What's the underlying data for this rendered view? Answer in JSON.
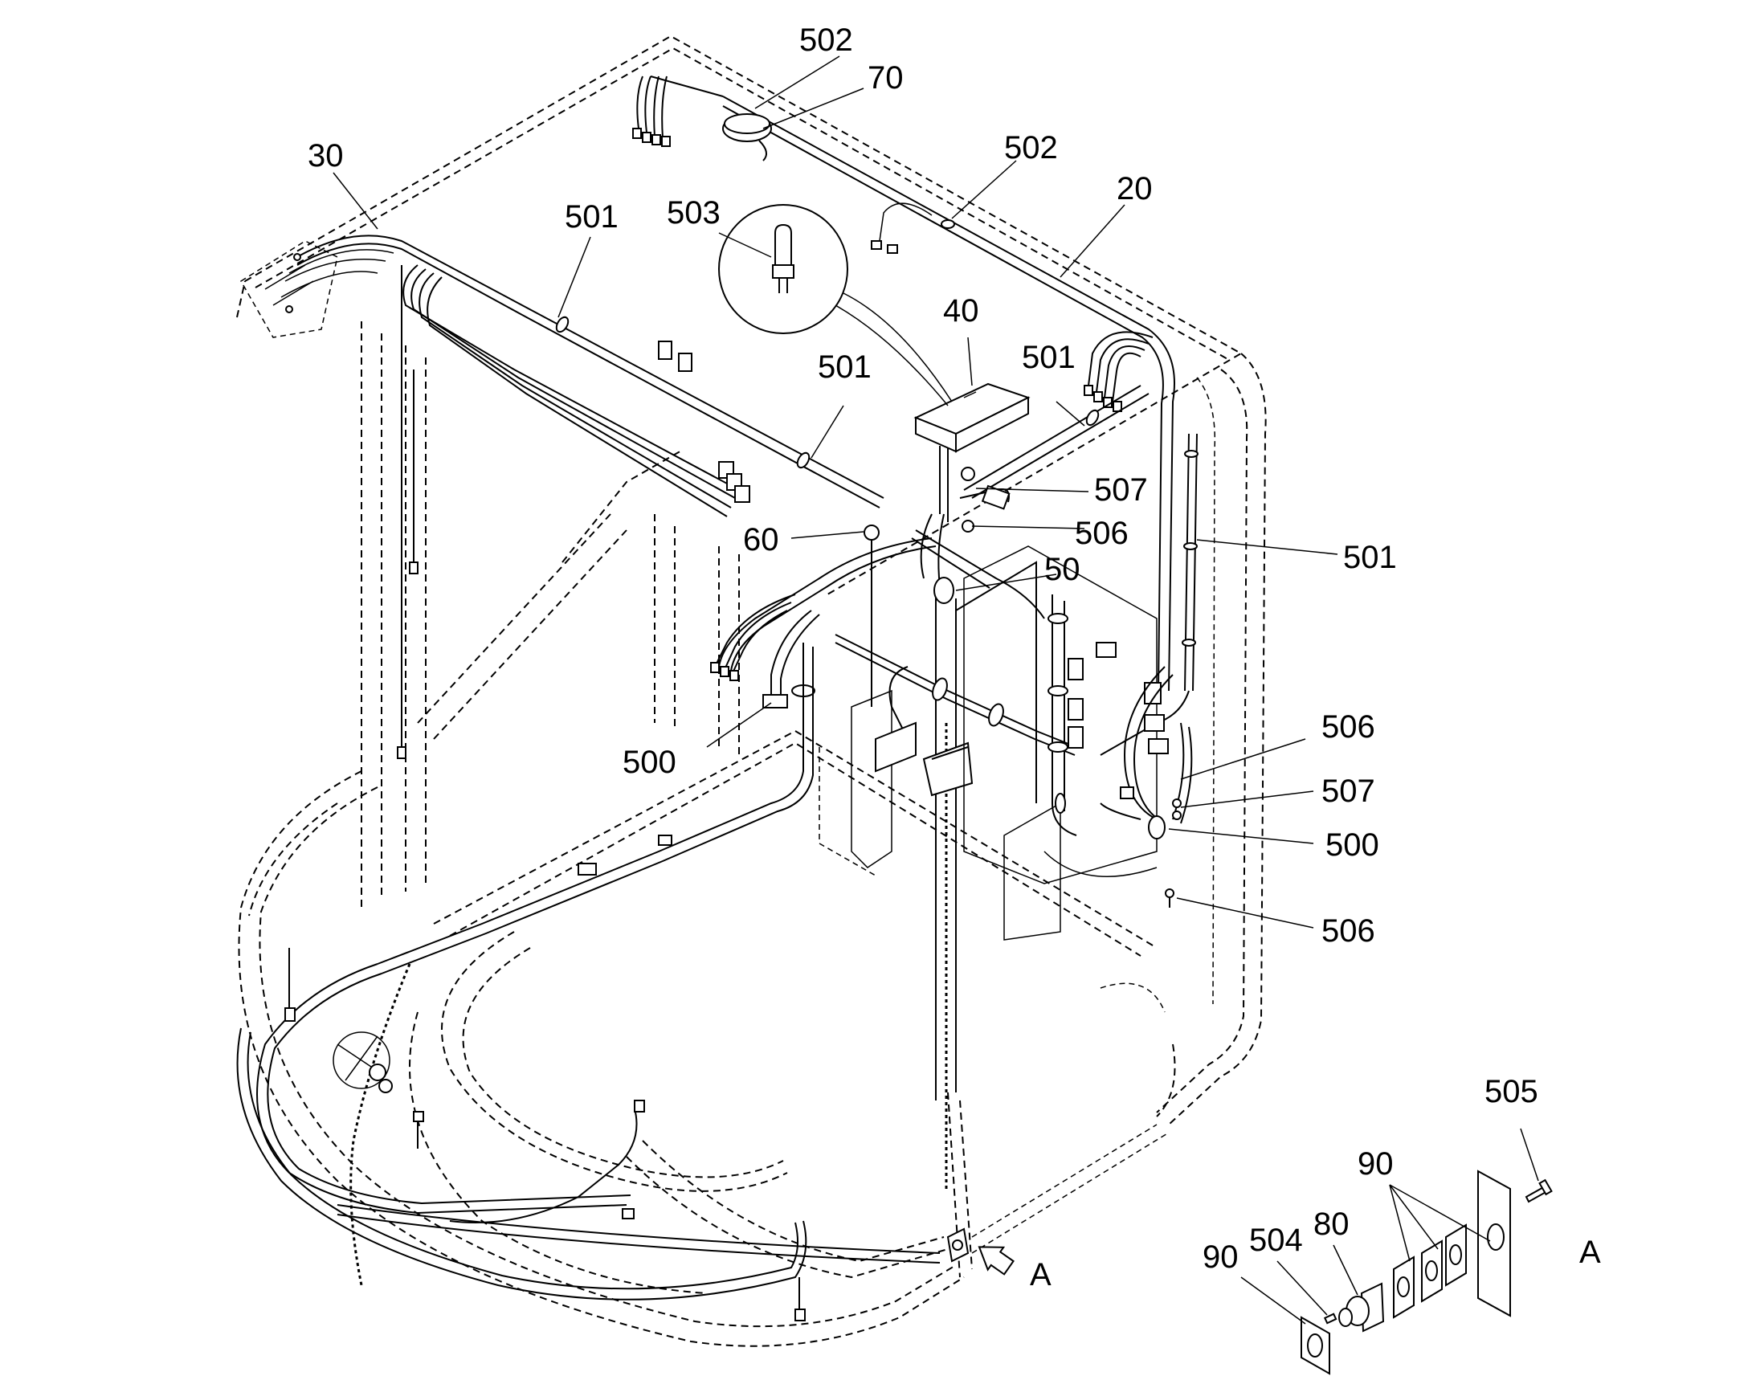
{
  "figure": {
    "reference_labels": [
      "502",
      "70",
      "502",
      "20",
      "30",
      "501",
      "503",
      "40",
      "501",
      "501",
      "507",
      "506",
      "60",
      "50",
      "501",
      "506",
      "507",
      "500",
      "500",
      "506",
      "505",
      "90",
      "80",
      "504",
      "90",
      "A",
      "A"
    ]
  }
}
